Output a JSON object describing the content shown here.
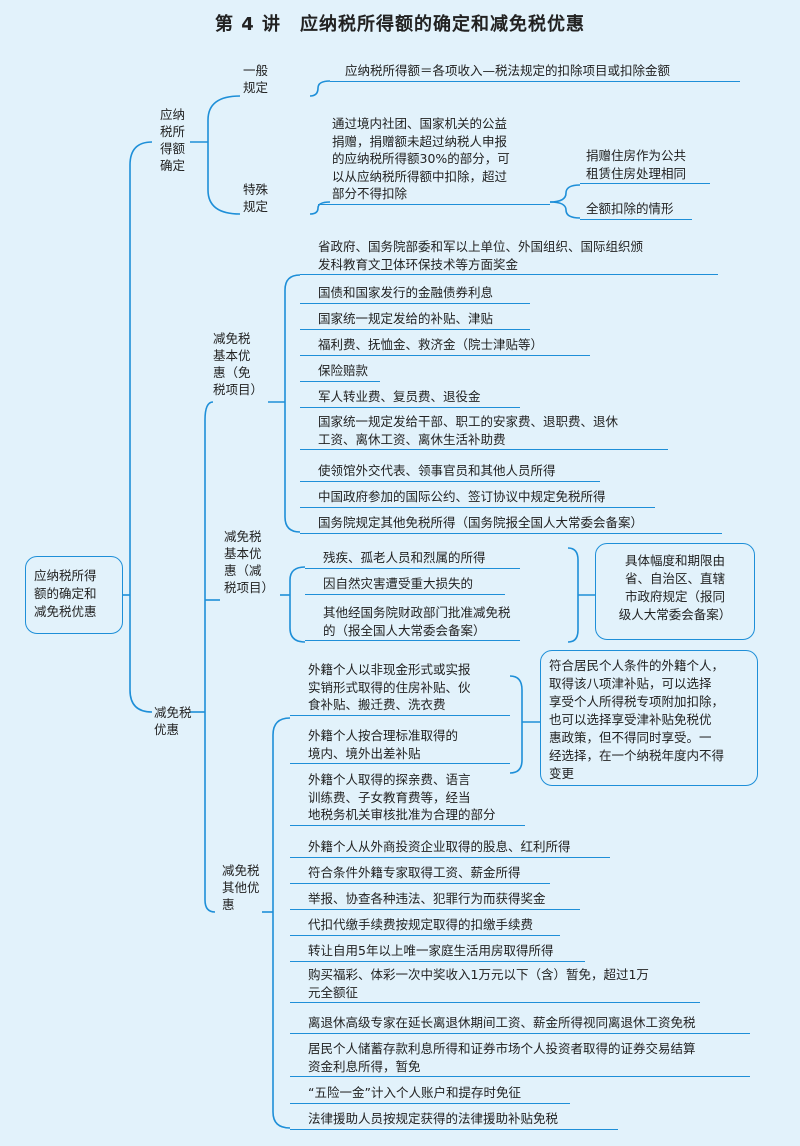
{
  "title": "第 4 讲　应纳税所得额的确定和减免税优惠",
  "root": "应纳税所得\n额的确定和\n减免税优惠",
  "branch1": {
    "label": "应纳\n税所\n得额\n确定",
    "general": {
      "label": "一般\n规定",
      "text": "应纳税所得额＝各项收入—税法规定的扣除项目或扣除金额"
    },
    "special": {
      "label": "特殊\n规定",
      "text": "通过境内社团、国家机关的公益\n捐赠，捐赠额未超过纳税人申报\n的应纳税所得额30%的部分，可\n以从应纳税所得额中扣除，超过\n部分不得扣除",
      "children": [
        "捐赠住房作为公共\n租赁住房处理相同",
        "全额扣除的情形"
      ]
    }
  },
  "branch2": {
    "label": "减免税\n优惠",
    "exempt": {
      "label": "减免税\n基本优\n惠（免\n税项目）",
      "items": [
        "省政府、国务院部委和军以上单位、外国组织、国际组织颁\n发科教育文卫体环保技术等方面奖金",
        "国债和国家发行的金融债券利息",
        "国家统一规定发给的补贴、津贴",
        "福利费、抚恤金、救济金（院士津贴等）",
        "保险赔款",
        "军人转业费、复员费、退役金",
        "国家统一规定发给干部、职工的安家费、退职费、退休\n工资、离休工资、离休生活补助费",
        "使领馆外交代表、领事官员和其他人员所得",
        "中国政府参加的国际公约、签订协议中规定免税所得",
        "国务院规定其他免税所得（国务院报全国人大常委会备案）"
      ]
    },
    "reduce": {
      "label": "减免税\n基本优\n惠（减\n税项目）",
      "items": [
        "残疾、孤老人员和烈属的所得",
        "因自然灾害遭受重大损失的",
        "其他经国务院财政部门批准减免税\n的（报全国人大常委会备案）"
      ],
      "note": "具体幅度和期限由\n省、自治区、直辖\n市政府规定（报同\n级人大常委会备案）"
    },
    "other": {
      "label": "减免税\n其他优\n惠",
      "items": [
        "外籍个人以非现金形式或实报\n实销形式取得的住房补贴、伙\n食补贴、搬迁费、洗衣费",
        "外籍个人按合理标准取得的\n境内、境外出差补贴",
        "外籍个人取得的探亲费、语言\n训练费、子女教育费等，经当\n地税务机关审核批准为合理的部分",
        "外籍个人从外商投资企业取得的股息、红利所得",
        "符合条件外籍专家取得工资、薪金所得",
        "举报、协查各种违法、犯罪行为而获得奖金",
        "代扣代缴手续费按规定取得的扣缴手续费",
        "转让自用5年以上唯一家庭生活用房取得所得",
        "购买福彩、体彩一次中奖收入1万元以下（含）暂免，超过1万\n元全额征",
        "离退休高级专家在延长离退休期间工资、薪金所得视同离退休工资免税",
        "居民个人储蓄存款利息所得和证券市场个人投资者取得的证券交易结算\n资金利息所得，暂免",
        "“五险一金”计入个人账户和提存时免征",
        "法律援助人员按规定获得的法律援助补贴免税"
      ],
      "note": "符合居民个人条件的外籍个人，\n取得该八项津补贴，可以选择\n享受个人所得税专项附加扣除，\n也可以选择享受津补贴免税优\n惠政策，但不得同时享受。一\n经选择，在一个纳税年度内不得\n变更"
    }
  },
  "colors": {
    "background": "#e2f2fb",
    "line": "#1e8fd8"
  }
}
